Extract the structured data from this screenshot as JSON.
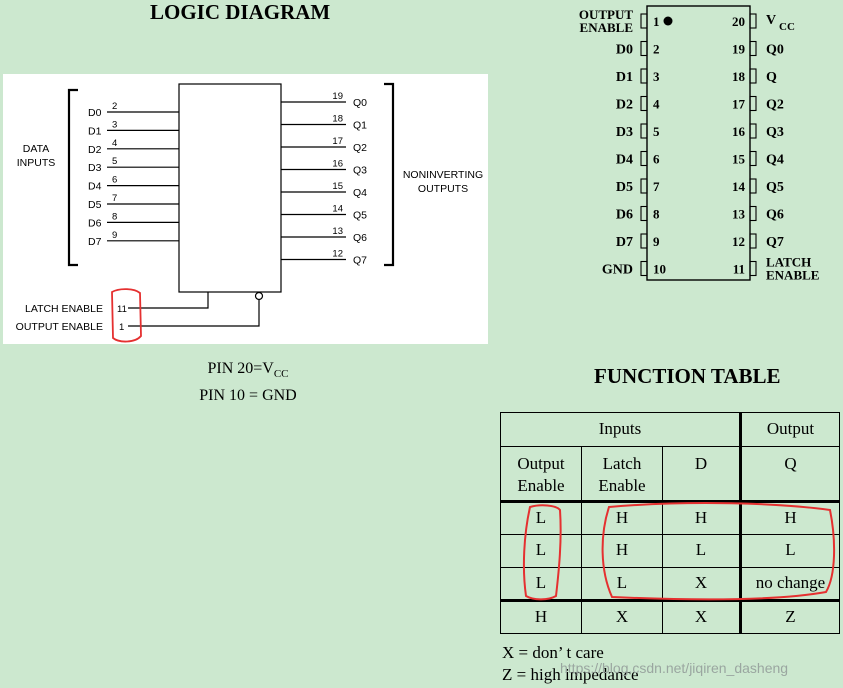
{
  "logic_diagram": {
    "title": "LOGIC DIAGRAM",
    "data_inputs_label_1": "DATA",
    "data_inputs_label_2": "INPUTS",
    "noninverting_label_1": "NONINVERTING",
    "noninverting_label_2": "OUTPUTS",
    "inputs": [
      {
        "name": "D0",
        "pin": "2"
      },
      {
        "name": "D1",
        "pin": "3"
      },
      {
        "name": "D2",
        "pin": "4"
      },
      {
        "name": "D3",
        "pin": "5"
      },
      {
        "name": "D4",
        "pin": "6"
      },
      {
        "name": "D5",
        "pin": "7"
      },
      {
        "name": "D6",
        "pin": "8"
      },
      {
        "name": "D7",
        "pin": "9"
      }
    ],
    "outputs": [
      {
        "name": "Q0",
        "pin": "19"
      },
      {
        "name": "Q1",
        "pin": "18"
      },
      {
        "name": "Q2",
        "pin": "17"
      },
      {
        "name": "Q3",
        "pin": "16"
      },
      {
        "name": "Q4",
        "pin": "15"
      },
      {
        "name": "Q5",
        "pin": "14"
      },
      {
        "name": "Q6",
        "pin": "13"
      },
      {
        "name": "Q7",
        "pin": "12"
      }
    ],
    "latch_enable": {
      "name": "LATCH ENABLE",
      "pin": "11"
    },
    "output_enable": {
      "name": "OUTPUT ENABLE",
      "pin": "1"
    },
    "highlight_color": "#e53030"
  },
  "pin_notes": {
    "vcc_prefix": "PIN 20=V",
    "vcc_sub": "CC",
    "gnd": "PIN 10 = GND"
  },
  "pinout": {
    "left": [
      {
        "pin": "1",
        "name1": "OUTPUT",
        "name2": "ENABLE"
      },
      {
        "pin": "2",
        "name1": "D0"
      },
      {
        "pin": "3",
        "name1": "D1"
      },
      {
        "pin": "4",
        "name1": "D2"
      },
      {
        "pin": "5",
        "name1": "D3"
      },
      {
        "pin": "6",
        "name1": "D4"
      },
      {
        "pin": "7",
        "name1": "D5"
      },
      {
        "pin": "8",
        "name1": "D6"
      },
      {
        "pin": "9",
        "name1": "D7"
      },
      {
        "pin": "10",
        "name1": "GND"
      }
    ],
    "right": [
      {
        "pin": "20",
        "name1": "V",
        "name_sub": "CC"
      },
      {
        "pin": "19",
        "name1": "Q0"
      },
      {
        "pin": "18",
        "name1": "Q"
      },
      {
        "pin": "17",
        "name1": "Q2"
      },
      {
        "pin": "16",
        "name1": "Q3"
      },
      {
        "pin": "15",
        "name1": "Q4"
      },
      {
        "pin": "14",
        "name1": "Q5"
      },
      {
        "pin": "13",
        "name1": "Q6"
      },
      {
        "pin": "12",
        "name1": "Q7"
      },
      {
        "pin": "11",
        "name1": "LATCH",
        "name2": "ENABLE"
      }
    ]
  },
  "function_table": {
    "title": "FUNCTION TABLE",
    "inputs_header": "Inputs",
    "output_header": "Output",
    "col_oe_1": "Output",
    "col_oe_2": "Enable",
    "col_le_1": "Latch",
    "col_le_2": "Enable",
    "col_d": "D",
    "col_q": "Q",
    "rows": [
      [
        "L",
        "H",
        "H",
        "H"
      ],
      [
        "L",
        "H",
        "L",
        "L"
      ],
      [
        "L",
        "L",
        "X",
        "no change"
      ],
      [
        "H",
        "X",
        "X",
        "Z"
      ]
    ]
  },
  "legend": {
    "x_note": "X = don’ t care",
    "z_note": "Z = high impedance"
  },
  "watermark": "https://blog.csdn.net/jiqiren_dasheng"
}
